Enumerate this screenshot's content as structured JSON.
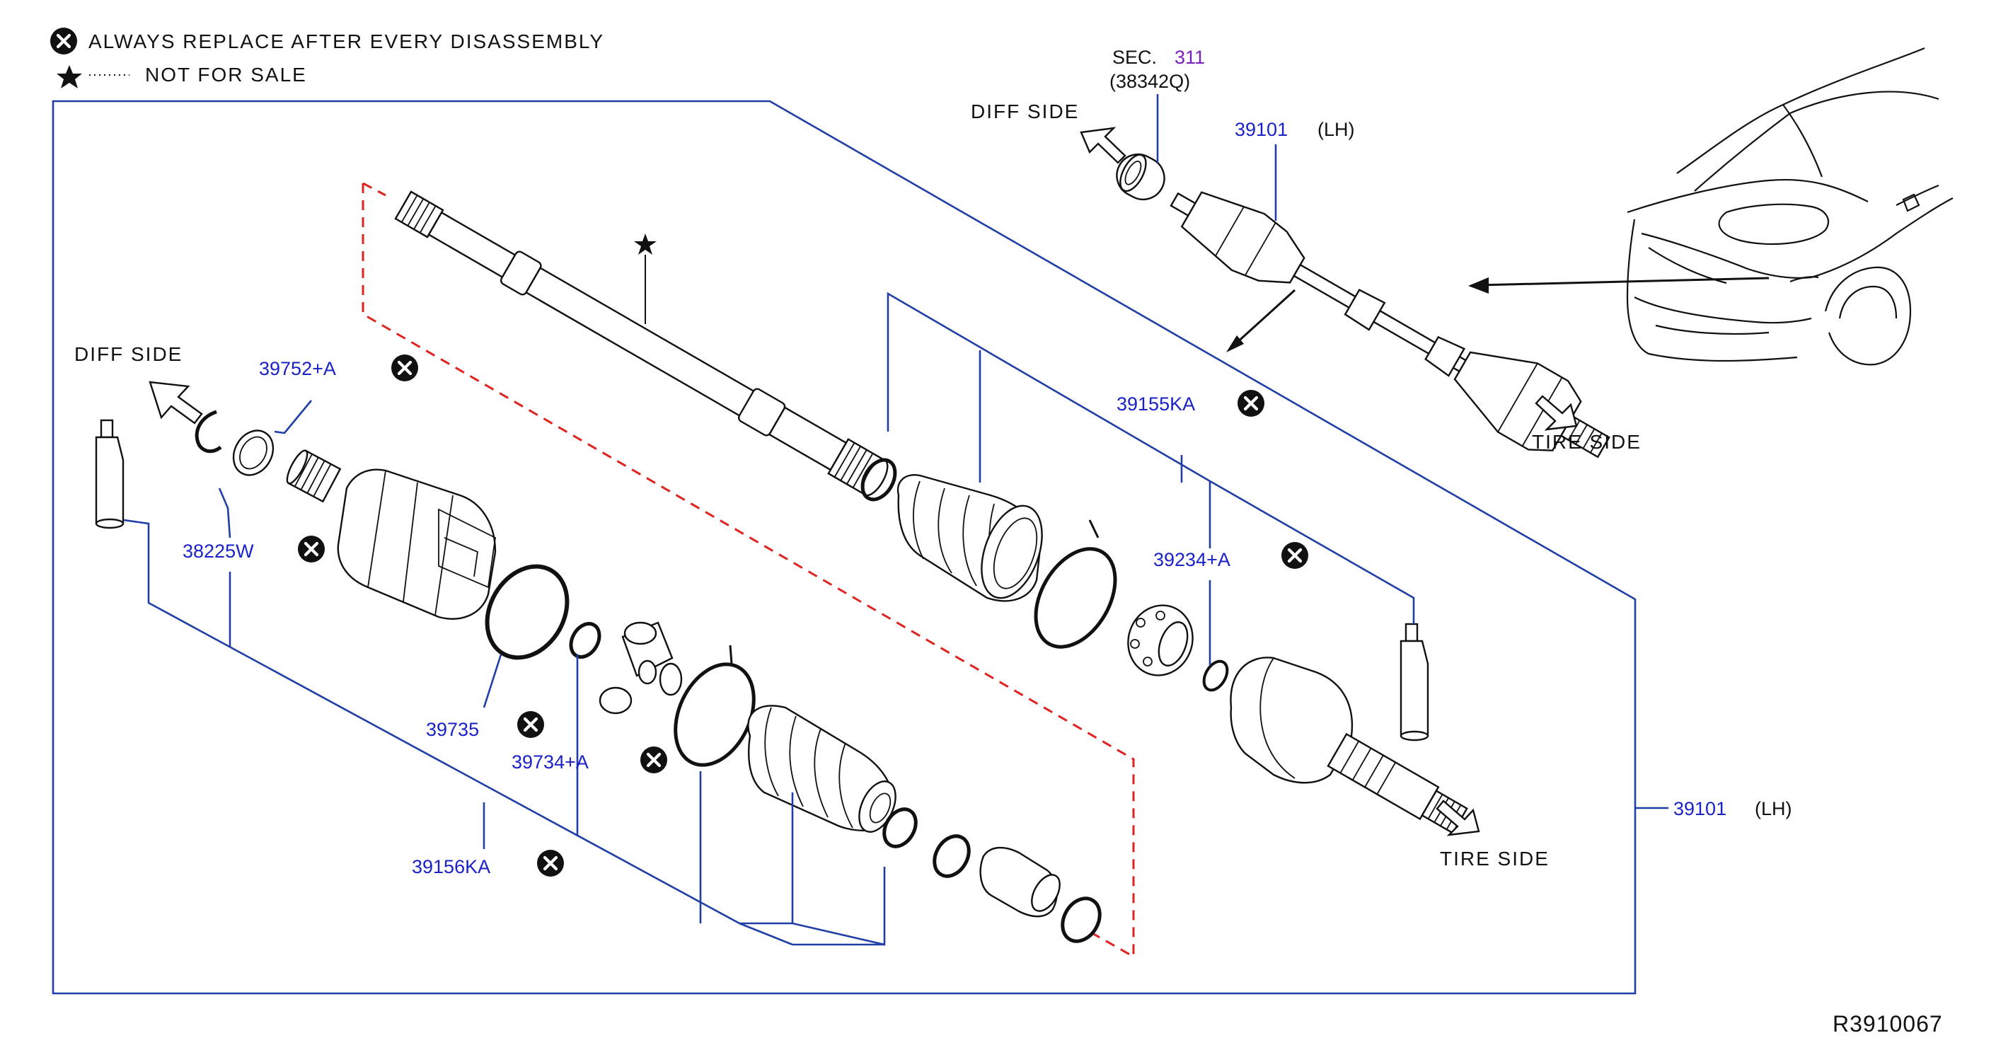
{
  "legend": {
    "replace_text": "ALWAYS REPLACE AFTER EVERY DISASSEMBLY",
    "not_for_sale_text": "NOT FOR SALE"
  },
  "directions": {
    "diff_side": "DIFF SIDE",
    "tire_side": "TIRE SIDE"
  },
  "section_ref": {
    "prefix": "SEC.",
    "number": "311",
    "sub": "(38342Q)"
  },
  "parts": {
    "p39101_top": "39101",
    "p39101_right": "39101",
    "lh": "(LH)",
    "p39752": "39752+A",
    "p38225": "38225W",
    "p39735": "39735",
    "p39734": "39734+A",
    "p39156": "39156KA",
    "p39155": "39155KA",
    "p39234": "39234+A"
  },
  "diagram_code": "R3910067",
  "colors": {
    "part_number": "#1a22c8",
    "section_link": "#7b1fbf",
    "leader_line": "#1f3fa6",
    "dashed_boundary": "#e0231f",
    "ink": "#111111"
  },
  "icons": [
    "replace-x-icon",
    "not-for-sale-star-icon",
    "direction-arrow-icon"
  ]
}
